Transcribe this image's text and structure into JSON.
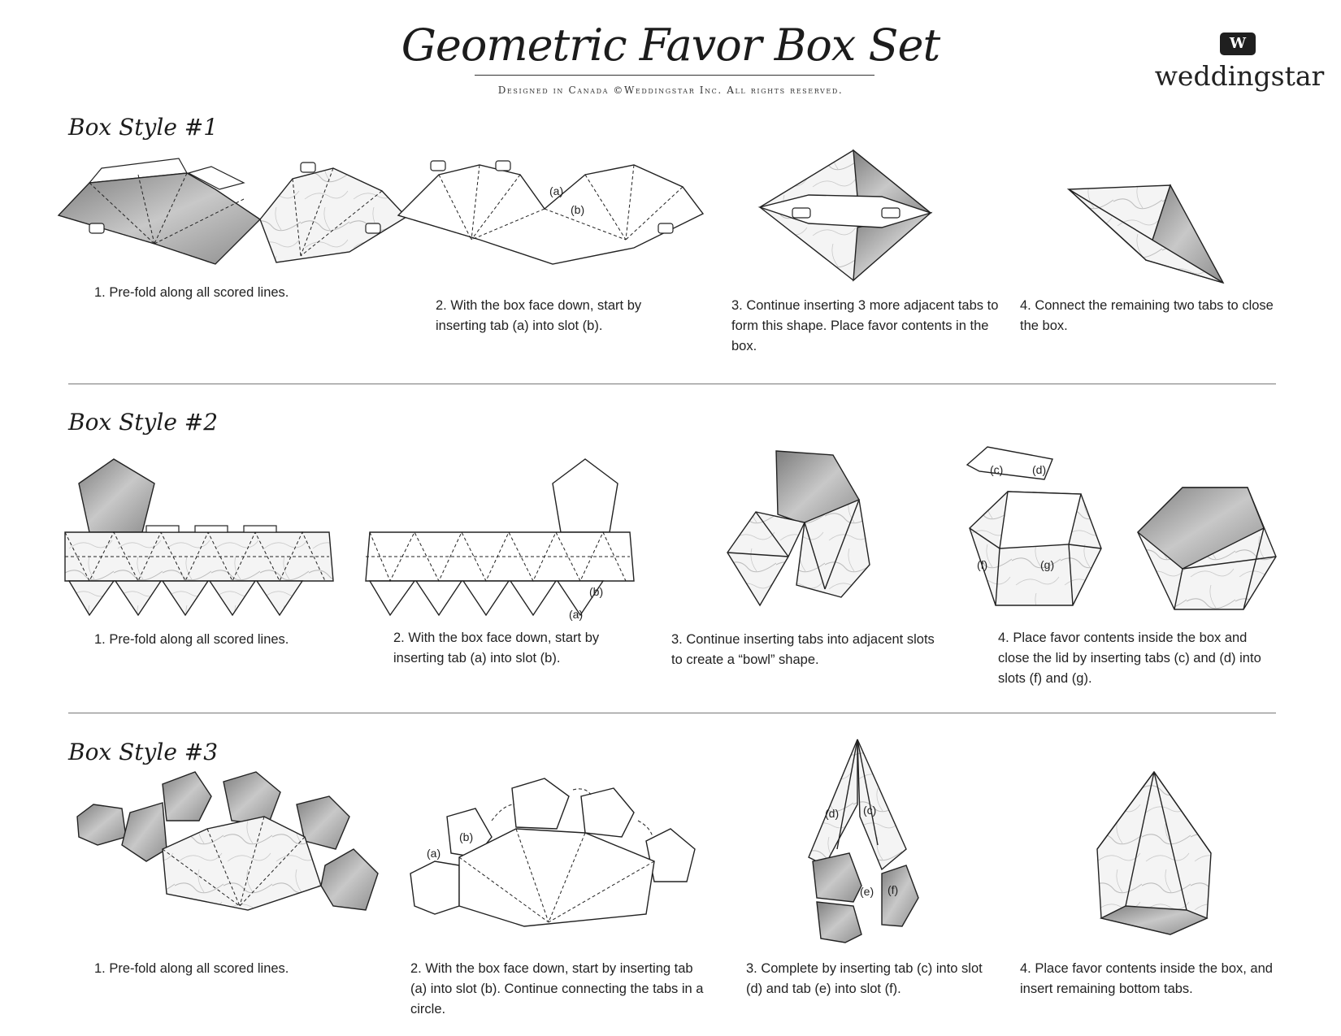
{
  "header": {
    "title": "Geometric Favor Box Set",
    "subtitle": "Designed in Canada ©Weddingstar Inc. All rights reserved.",
    "logo_mark": "W",
    "logo_text": "weddingstar"
  },
  "sections": [
    {
      "title": "Box Style #1",
      "steps": [
        "1. Pre-fold along all scored lines.",
        "2. With the box face down, start by inserting tab (a) into slot (b).",
        "3. Continue inserting 3 more adjacent tabs to form this shape. Place favor contents in the box.",
        "4. Connect the remaining two tabs to close the box."
      ],
      "labels": [
        "(a)",
        "(b)"
      ]
    },
    {
      "title": "Box Style #2",
      "steps": [
        "1. Pre-fold along all scored lines.",
        "2. With the box face down, start by inserting tab (a) into slot (b).",
        "3. Continue inserting tabs into adjacent slots to create a “bowl” shape.",
        "4. Place favor contents inside the box and close the lid by inserting tabs (c) and (d) into slots (f) and (g)."
      ],
      "labels": [
        "(a)",
        "(b)",
        "(c)",
        "(d)",
        "(f)",
        "(g)"
      ]
    },
    {
      "title": "Box Style #3",
      "steps": [
        "1. Pre-fold along all scored lines.",
        "2. With the box face down, start by inserting tab (a) into slot (b). Continue connecting the tabs in a circle.",
        "3. Complete by inserting tab (c) into slot (d) and tab (e) into slot (f).",
        "4. Place favor contents inside the box, and insert remaining bottom tabs."
      ],
      "labels": [
        "(a)",
        "(b)",
        "(c)",
        "(d)",
        "(e)",
        "(f)"
      ]
    }
  ],
  "colors": {
    "silver_dark": "#8a8a8a",
    "silver_light": "#d9d9d9",
    "marble_base": "#f3f3f3",
    "ink": "#222222"
  }
}
